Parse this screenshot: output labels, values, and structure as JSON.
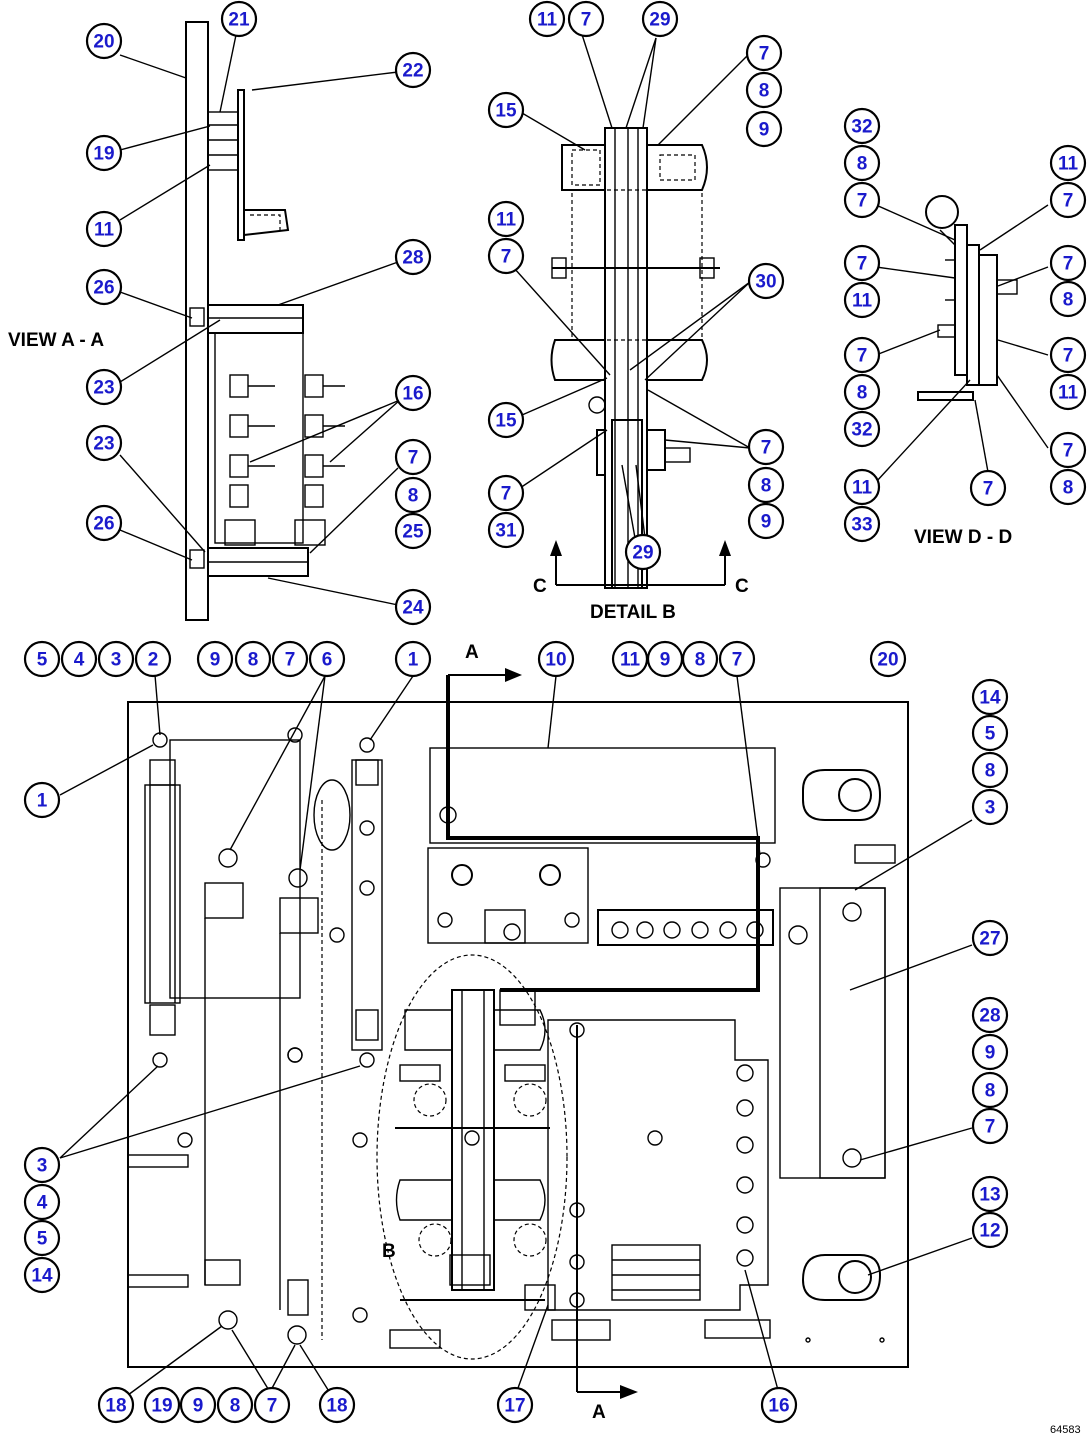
{
  "labels": {
    "view_aa": "VIEW A - A",
    "view_dd": "VIEW D - D",
    "detail_b": "DETAIL B",
    "section_c_left": "C",
    "section_c_right": "C",
    "section_a_top": "A",
    "section_a_bottom": "A",
    "detail_b_marker": "B",
    "drawing_number": "64583"
  },
  "callouts": [
    "20",
    "21",
    "22",
    "19",
    "11",
    "26",
    "28",
    "23",
    "16",
    "23",
    "7",
    "8",
    "25",
    "26",
    "24",
    "11",
    "7",
    "29",
    "7",
    "8",
    "9",
    "15",
    "11",
    "7",
    "30",
    "15",
    "7",
    "8",
    "9",
    "7",
    "31",
    "29",
    "32",
    "8",
    "7",
    "11",
    "7",
    "7",
    "11",
    "7",
    "8",
    "7",
    "8",
    "32",
    "7",
    "11",
    "7",
    "11",
    "33",
    "7",
    "8",
    "5",
    "4",
    "3",
    "2",
    "9",
    "8",
    "7",
    "6",
    "1",
    "10",
    "11",
    "9",
    "8",
    "7",
    "20",
    "1",
    "14",
    "5",
    "8",
    "3",
    "27",
    "28",
    "9",
    "8",
    "7",
    "3",
    "4",
    "5",
    "14",
    "13",
    "12",
    "18",
    "19",
    "9",
    "8",
    "7",
    "18",
    "17",
    "16"
  ]
}
